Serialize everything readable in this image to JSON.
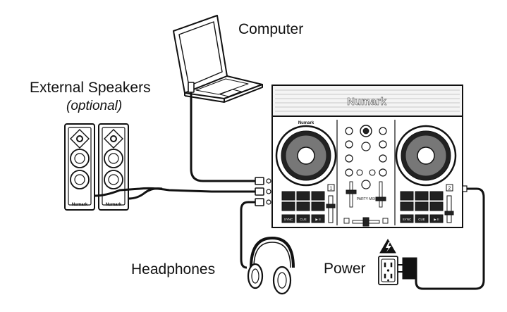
{
  "labels": {
    "computer": "Computer",
    "external_speakers": "External Speakers",
    "optional": "(optional)",
    "headphones": "Headphones",
    "power": "Power"
  },
  "device": {
    "brand": "Numark",
    "deck_left_number": "1",
    "deck_right_number": "2",
    "button_sync": "SYNC",
    "button_cue": "CUE",
    "button_play": "▶ II",
    "mixer_text": "PARTY MIX"
  },
  "speakers": {
    "brand": "Numark"
  }
}
